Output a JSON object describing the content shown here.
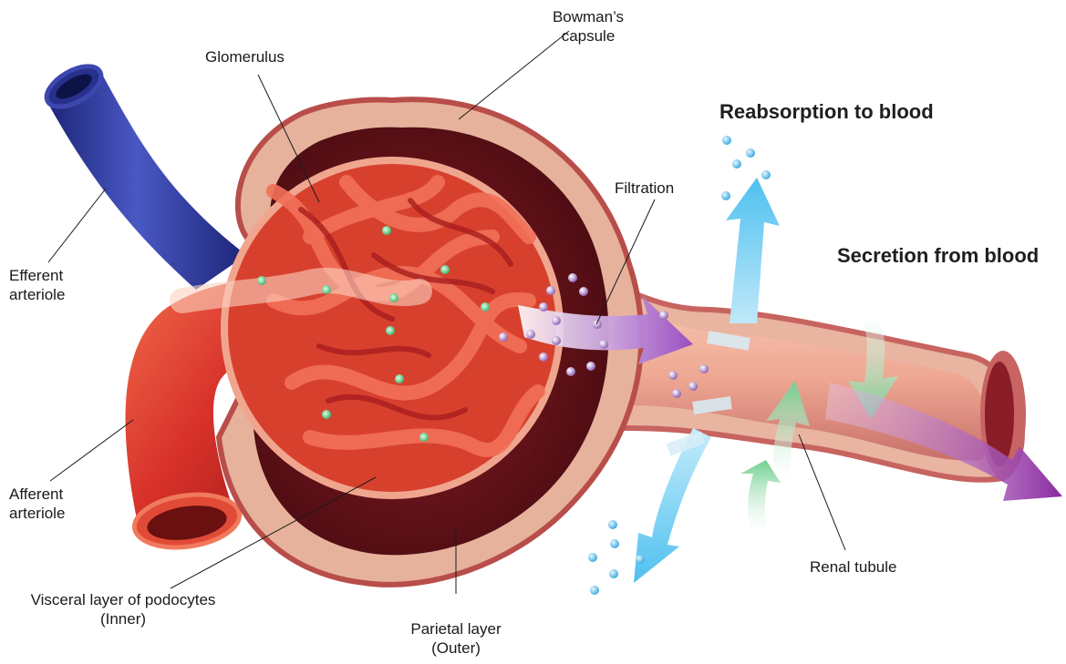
{
  "labels": {
    "bowmans_capsule": [
      "Bowman’s",
      "capsule"
    ],
    "glomerulus": "Glomerulus",
    "efferent_arteriole": [
      "Efferent",
      "arteriole"
    ],
    "afferent_arteriole": [
      "Afferent",
      "arteriole"
    ],
    "filtration": "Filtration",
    "renal_tubule": "Renal tubule",
    "visceral_layer": [
      "Visceral layer of podocytes",
      "(Inner)"
    ],
    "parietal_layer": [
      "Parietal layer",
      "(Outer)"
    ]
  },
  "headings": {
    "reabsorption": "Reabsorption to blood",
    "secretion": "Secretion from blood"
  },
  "colors": {
    "vessel_red": "#d8322a",
    "efferent_blue": "#2a3590",
    "tubule_wall": "#e9b9a4",
    "capsule_dark": "#5a1018",
    "reabsorption_arrow": "#5fc8f0",
    "secretion_arrow": "#7ed39a",
    "filtration_arrow": "#a064c0"
  }
}
